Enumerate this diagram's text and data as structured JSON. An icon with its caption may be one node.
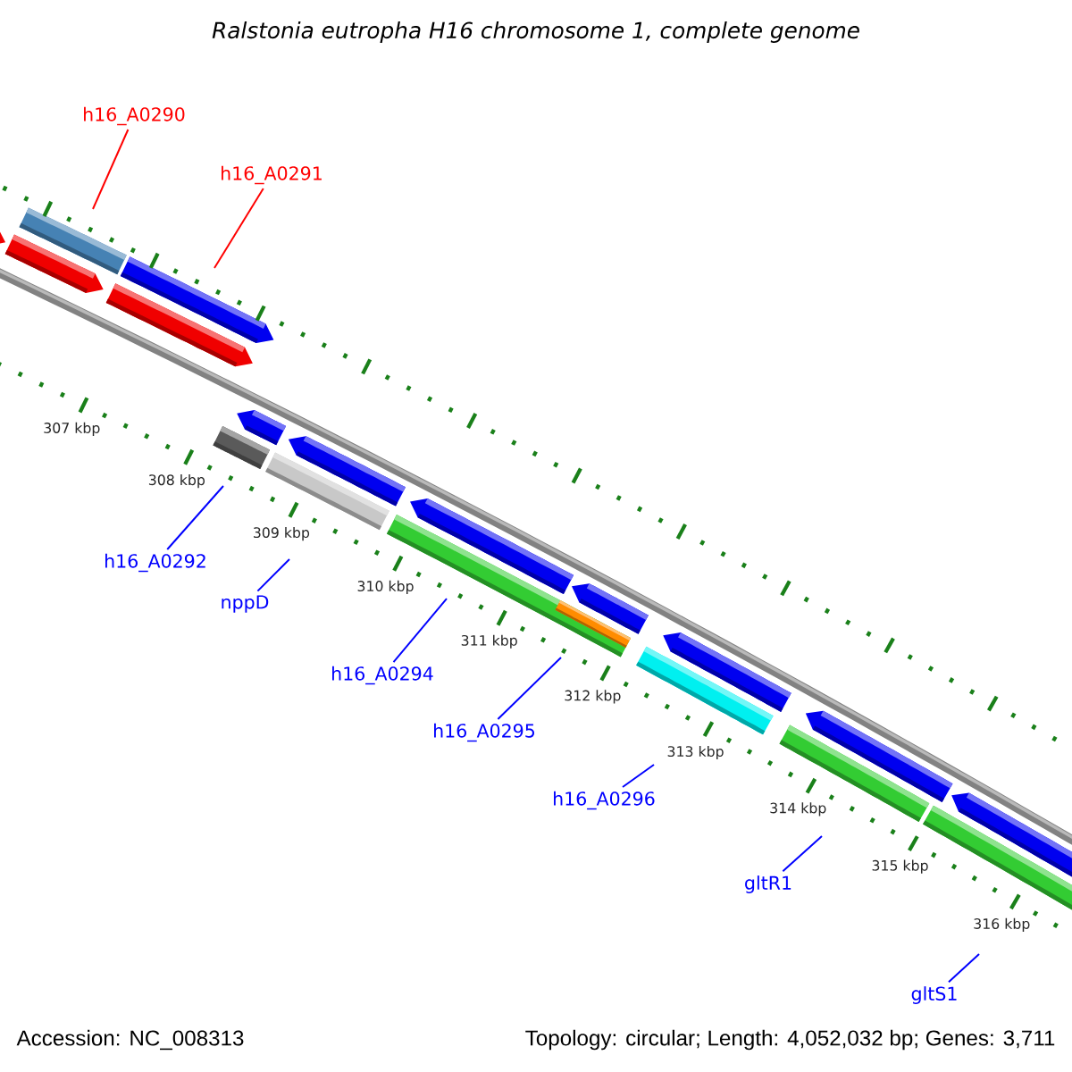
{
  "diagram": {
    "title": "Ralstonia eutropha H16 chromosome 1, complete genome",
    "nodes": [
      {
        "text": [
          "h16_A0290"
        ]
      },
      {
        "text": [
          "h16_A0291"
        ]
      },
      {
        "text": [
          "h16_A0292"
        ]
      },
      {
        "text": [
          "nppD"
        ]
      },
      {
        "text": [
          "h16_A0294"
        ]
      },
      {
        "text": [
          "h16_A0295"
        ]
      },
      {
        "text": [
          "h16_A0296"
        ]
      },
      {
        "text": [
          "gltR1"
        ]
      },
      {
        "text": [
          "gltS1"
        ]
      }
    ],
    "edges": [
      {
        "from": 0,
        "to": null,
        "arrow": "none",
        "color": "#ff0000"
      },
      {
        "from": 1,
        "to": null,
        "arrow": "none",
        "color": "#ff0000"
      },
      {
        "from": 2,
        "to": null,
        "arrow": "none"
      },
      {
        "from": 3,
        "to": null,
        "arrow": "none"
      },
      {
        "from": 4,
        "to": null,
        "arrow": "none"
      },
      {
        "from": 5,
        "to": null,
        "arrow": "none"
      },
      {
        "from": 6,
        "to": null,
        "arrow": "none"
      },
      {
        "from": 7,
        "to": null,
        "arrow": "none"
      },
      {
        "from": 8,
        "to": null,
        "arrow": "none"
      }
    ],
    "labels": [
      "307 kbp",
      "308 kbp",
      "309 kbp",
      "310 kbp",
      "311 kbp",
      "312 kbp",
      "313 kbp",
      "314 kbp",
      "315 kbp",
      "316 kbp",
      "Accession: NC_008313",
      "Topology: circular; Length: 4,052,032 bp; Genes: 3,711"
    ]
  }
}
